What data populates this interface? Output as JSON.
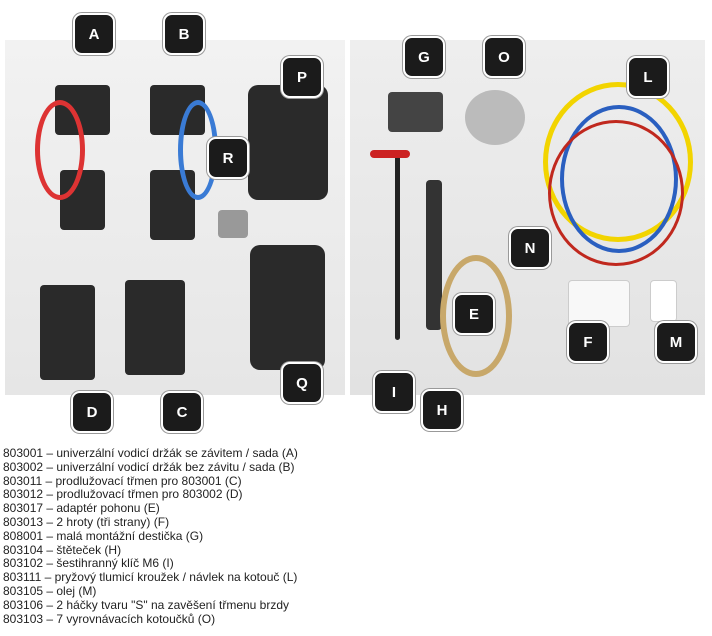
{
  "labels": {
    "A": "A",
    "B": "B",
    "C": "C",
    "D": "D",
    "E": "E",
    "F": "F",
    "G": "G",
    "H": "H",
    "I": "I",
    "L": "L",
    "M": "M",
    "N": "N",
    "O": "O",
    "P": "P",
    "Q": "Q",
    "R": "R"
  },
  "items": [
    "803001 – univerzální vodicí držák se závitem / sada (A)",
    "803002 – univerzální vodicí držák bez závitu / sada (B)",
    "803011 – prodlužovací třmen pro 803001 (C)",
    "803012 – prodlužovací třmen pro 803002 (D)",
    "803017 – adaptér pohonu (E)",
    "803013 – 2 hroty (tři strany) (F)",
    "808001 – malá montážní destička (G)",
    "803104 – štěteček (H)",
    "803102 – šestihranný klíč M6 (I)",
    "803111 – pryžový tlumicí kroužek / návlek na kotouč (L)",
    "803105 – olej (M)",
    "803106 – 2 háčky tvaru \"S\" na zavěšení třmenu brzdy",
    "803103 – 7 vyrovnávacích kotoučků (O)"
  ]
}
